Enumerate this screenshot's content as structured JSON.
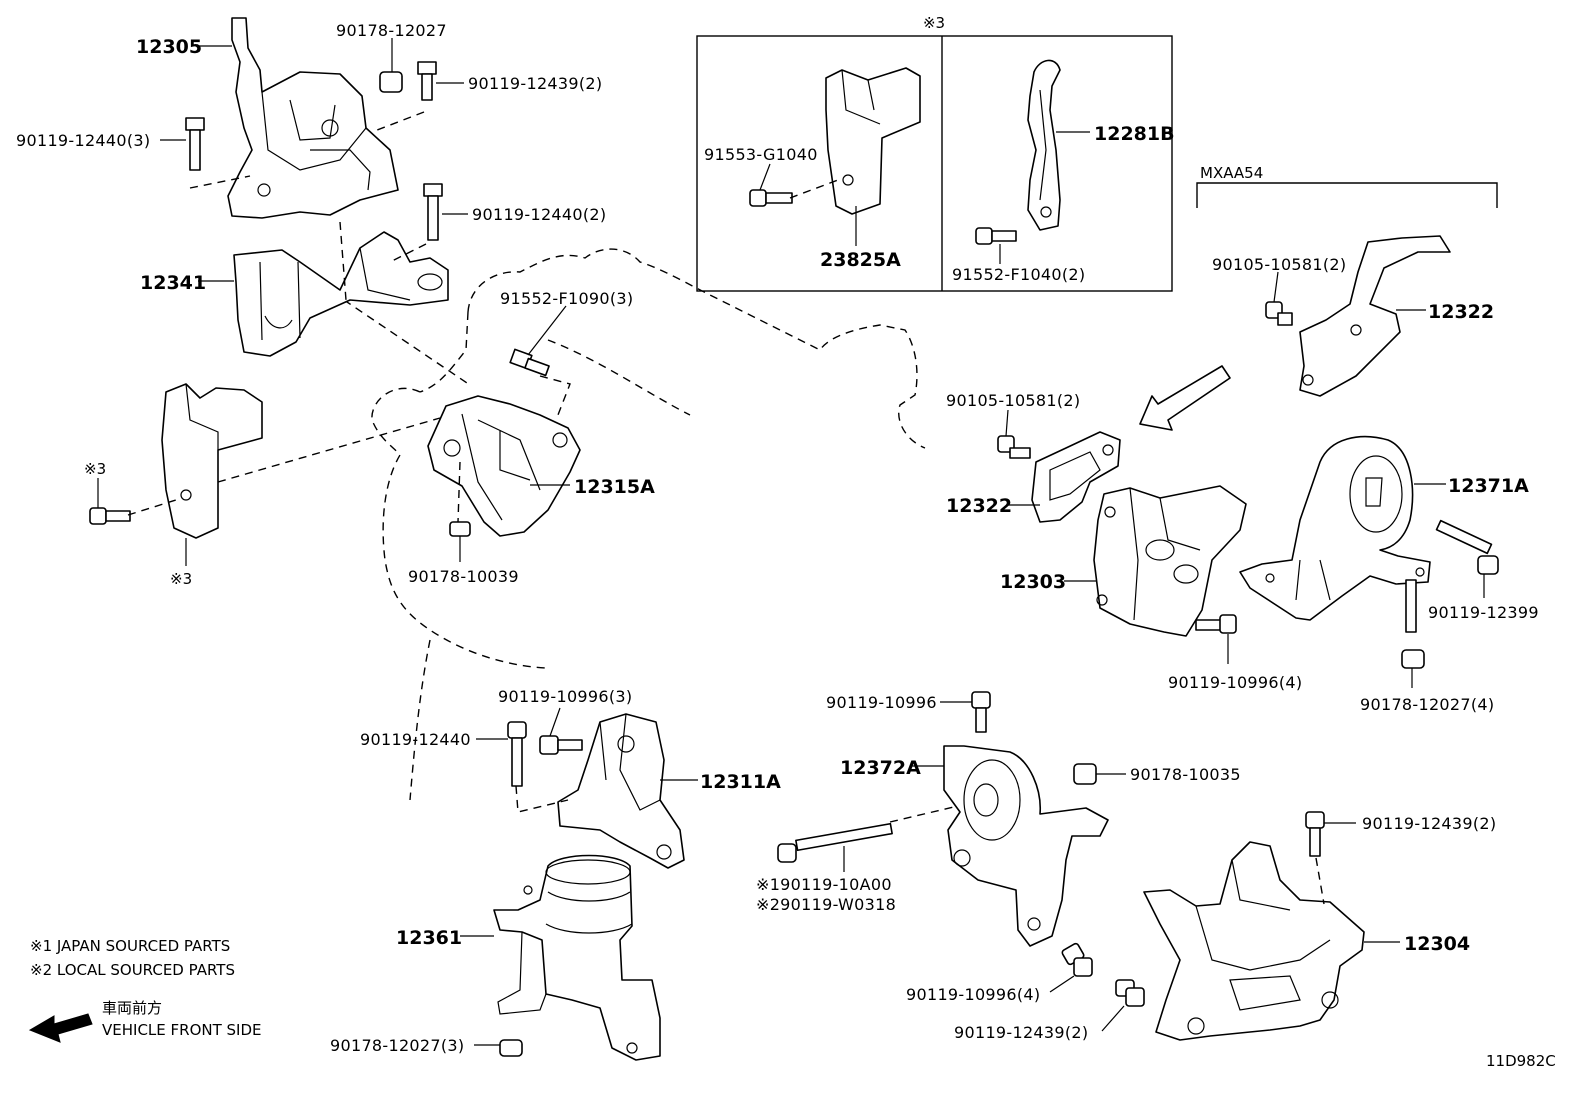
{
  "section_mark": "※3",
  "variant_label": "MXAA54",
  "labels": {
    "p12305": "12305",
    "p90178_12027_top": "90178-12027",
    "p90119_12439_2_top": "90119-12439(2)",
    "p90119_12440_3": "90119-12440(3)",
    "p90119_12440_2": "90119-12440(2)",
    "p12341": "12341",
    "p91552_F1090_3": "91552-F1090(3)",
    "p12315A": "12315A",
    "p90178_10039": "90178-10039",
    "mark3_left_a": "※3",
    "mark3_left_b": "※3",
    "p91553_G1040": "91553-G1040",
    "p23825A": "23825A",
    "p12281B": "12281B",
    "p91552_F1040_2": "91552-F1040(2)",
    "p90105_10581_2_right": "90105-10581(2)",
    "p12322_right": "12322",
    "p90105_10581_2_mid": "90105-10581(2)",
    "p12322_mid": "12322",
    "p12303": "12303",
    "p12371A": "12371A",
    "p90119_12399": "90119-12399",
    "p90119_10996_4_upper": "90119-10996(4)",
    "p90178_12027_4": "90178-12027(4)",
    "p90119_10996_3": "90119-10996(3)",
    "p90119_12440_single": "90119-12440",
    "p12311A": "12311A",
    "p90119_10996_single": "90119-10996",
    "p12372A": "12372A",
    "p90178_10035": "90178-10035",
    "p90119_10A00": "※190119-10A00",
    "p90119_W0318": "※290119-W0318",
    "p90119_12439_2_lower": "90119-12439(2)",
    "p12304": "12304",
    "p90119_10996_4_lower": "90119-10996(4)",
    "p90119_12439_2_bottom": "90119-12439(2)",
    "p12361": "12361",
    "p90178_12027_3": "90178-12027(3)"
  },
  "legend": {
    "note1": "※1 JAPAN SOURCED PARTS",
    "note2": "※2 LOCAL SOURCED PARTS",
    "direction_jp": "車両前方",
    "direction_en": "VEHICLE FRONT SIDE"
  },
  "figure_code": "11D982C"
}
